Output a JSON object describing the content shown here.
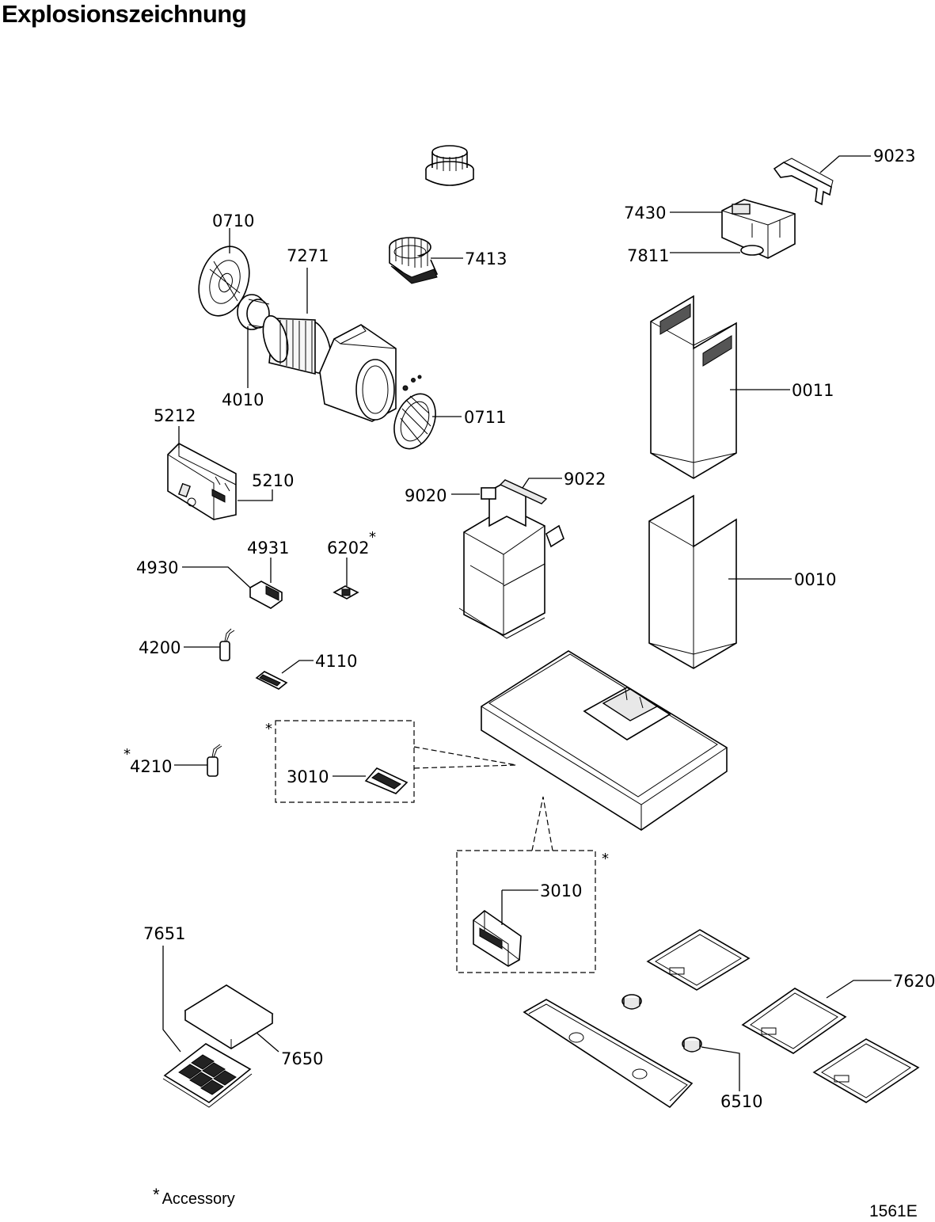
{
  "title": "Explosionszeichnung",
  "parts": {
    "p0710": "0710",
    "p7271": "7271",
    "p7413": "7413",
    "p9023": "9023",
    "p7430": "7430",
    "p7811": "7811",
    "p4010": "4010",
    "p0711": "0711",
    "p0011": "0011",
    "p5212": "5212",
    "p5210": "5210",
    "p9020": "9020",
    "p9022": "9022",
    "p4931": "4931",
    "p6202": "6202",
    "p4930": "4930",
    "p0010": "0010",
    "p4200": "4200",
    "p4110": "4110",
    "p4210": "4210",
    "p3010a": "3010",
    "p3010b": "3010",
    "p7651": "7651",
    "p7620": "7620",
    "p7650": "7650",
    "p6510": "6510"
  },
  "accessory_mark": "*",
  "footnote": {
    "mark": "*",
    "text": "Accessory"
  },
  "drawing_number": "1561E"
}
